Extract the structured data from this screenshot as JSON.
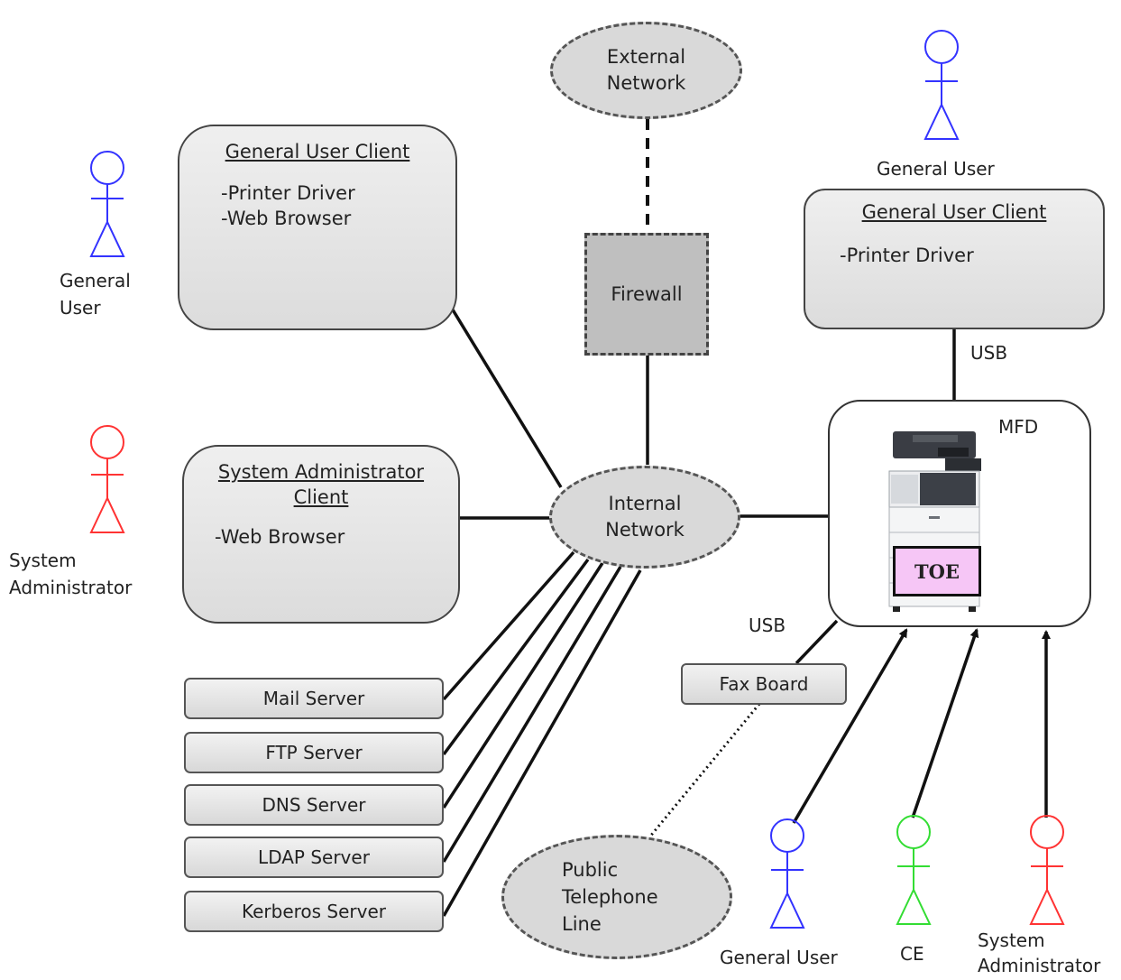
{
  "external_network": {
    "line1": "External",
    "line2": "Network"
  },
  "internal_network": {
    "line1": "Internal",
    "line2": "Network"
  },
  "public_line": {
    "line1": "Public",
    "line2": "Telephone",
    "line3": "Line"
  },
  "firewall": "Firewall",
  "client_left": {
    "title": "General User Client",
    "items": [
      "-Printer Driver",
      "-Web Browser"
    ]
  },
  "client_admin": {
    "title_line1": "System Administrator",
    "title_line2": "Client",
    "items": [
      "-Web Browser"
    ]
  },
  "client_right": {
    "title": "General User Client",
    "items": [
      "-Printer Driver"
    ]
  },
  "servers": [
    "Mail Server",
    "FTP Server",
    "DNS Server",
    "LDAP Server",
    "Kerberos Server"
  ],
  "fax_board": "Fax Board",
  "mfd": {
    "label": "MFD",
    "toe": "TOE"
  },
  "usb_top": "USB",
  "usb_fax": "USB",
  "actors": {
    "general_user_left": {
      "line1": "General",
      "line2": "User",
      "color": "#3333ff"
    },
    "sysadmin_left": {
      "line1": "System",
      "line2": "Administrator",
      "color": "#ff3333"
    },
    "general_user_top": {
      "line1": "General User",
      "color": "#3333ff"
    },
    "general_user_bottom": {
      "line1": "General User",
      "color": "#3333ff"
    },
    "ce": {
      "line1": "CE",
      "color": "#33dd33"
    },
    "sysadmin_bottom": {
      "line1": "System",
      "line2": "Administrator",
      "color": "#ff3333"
    }
  }
}
